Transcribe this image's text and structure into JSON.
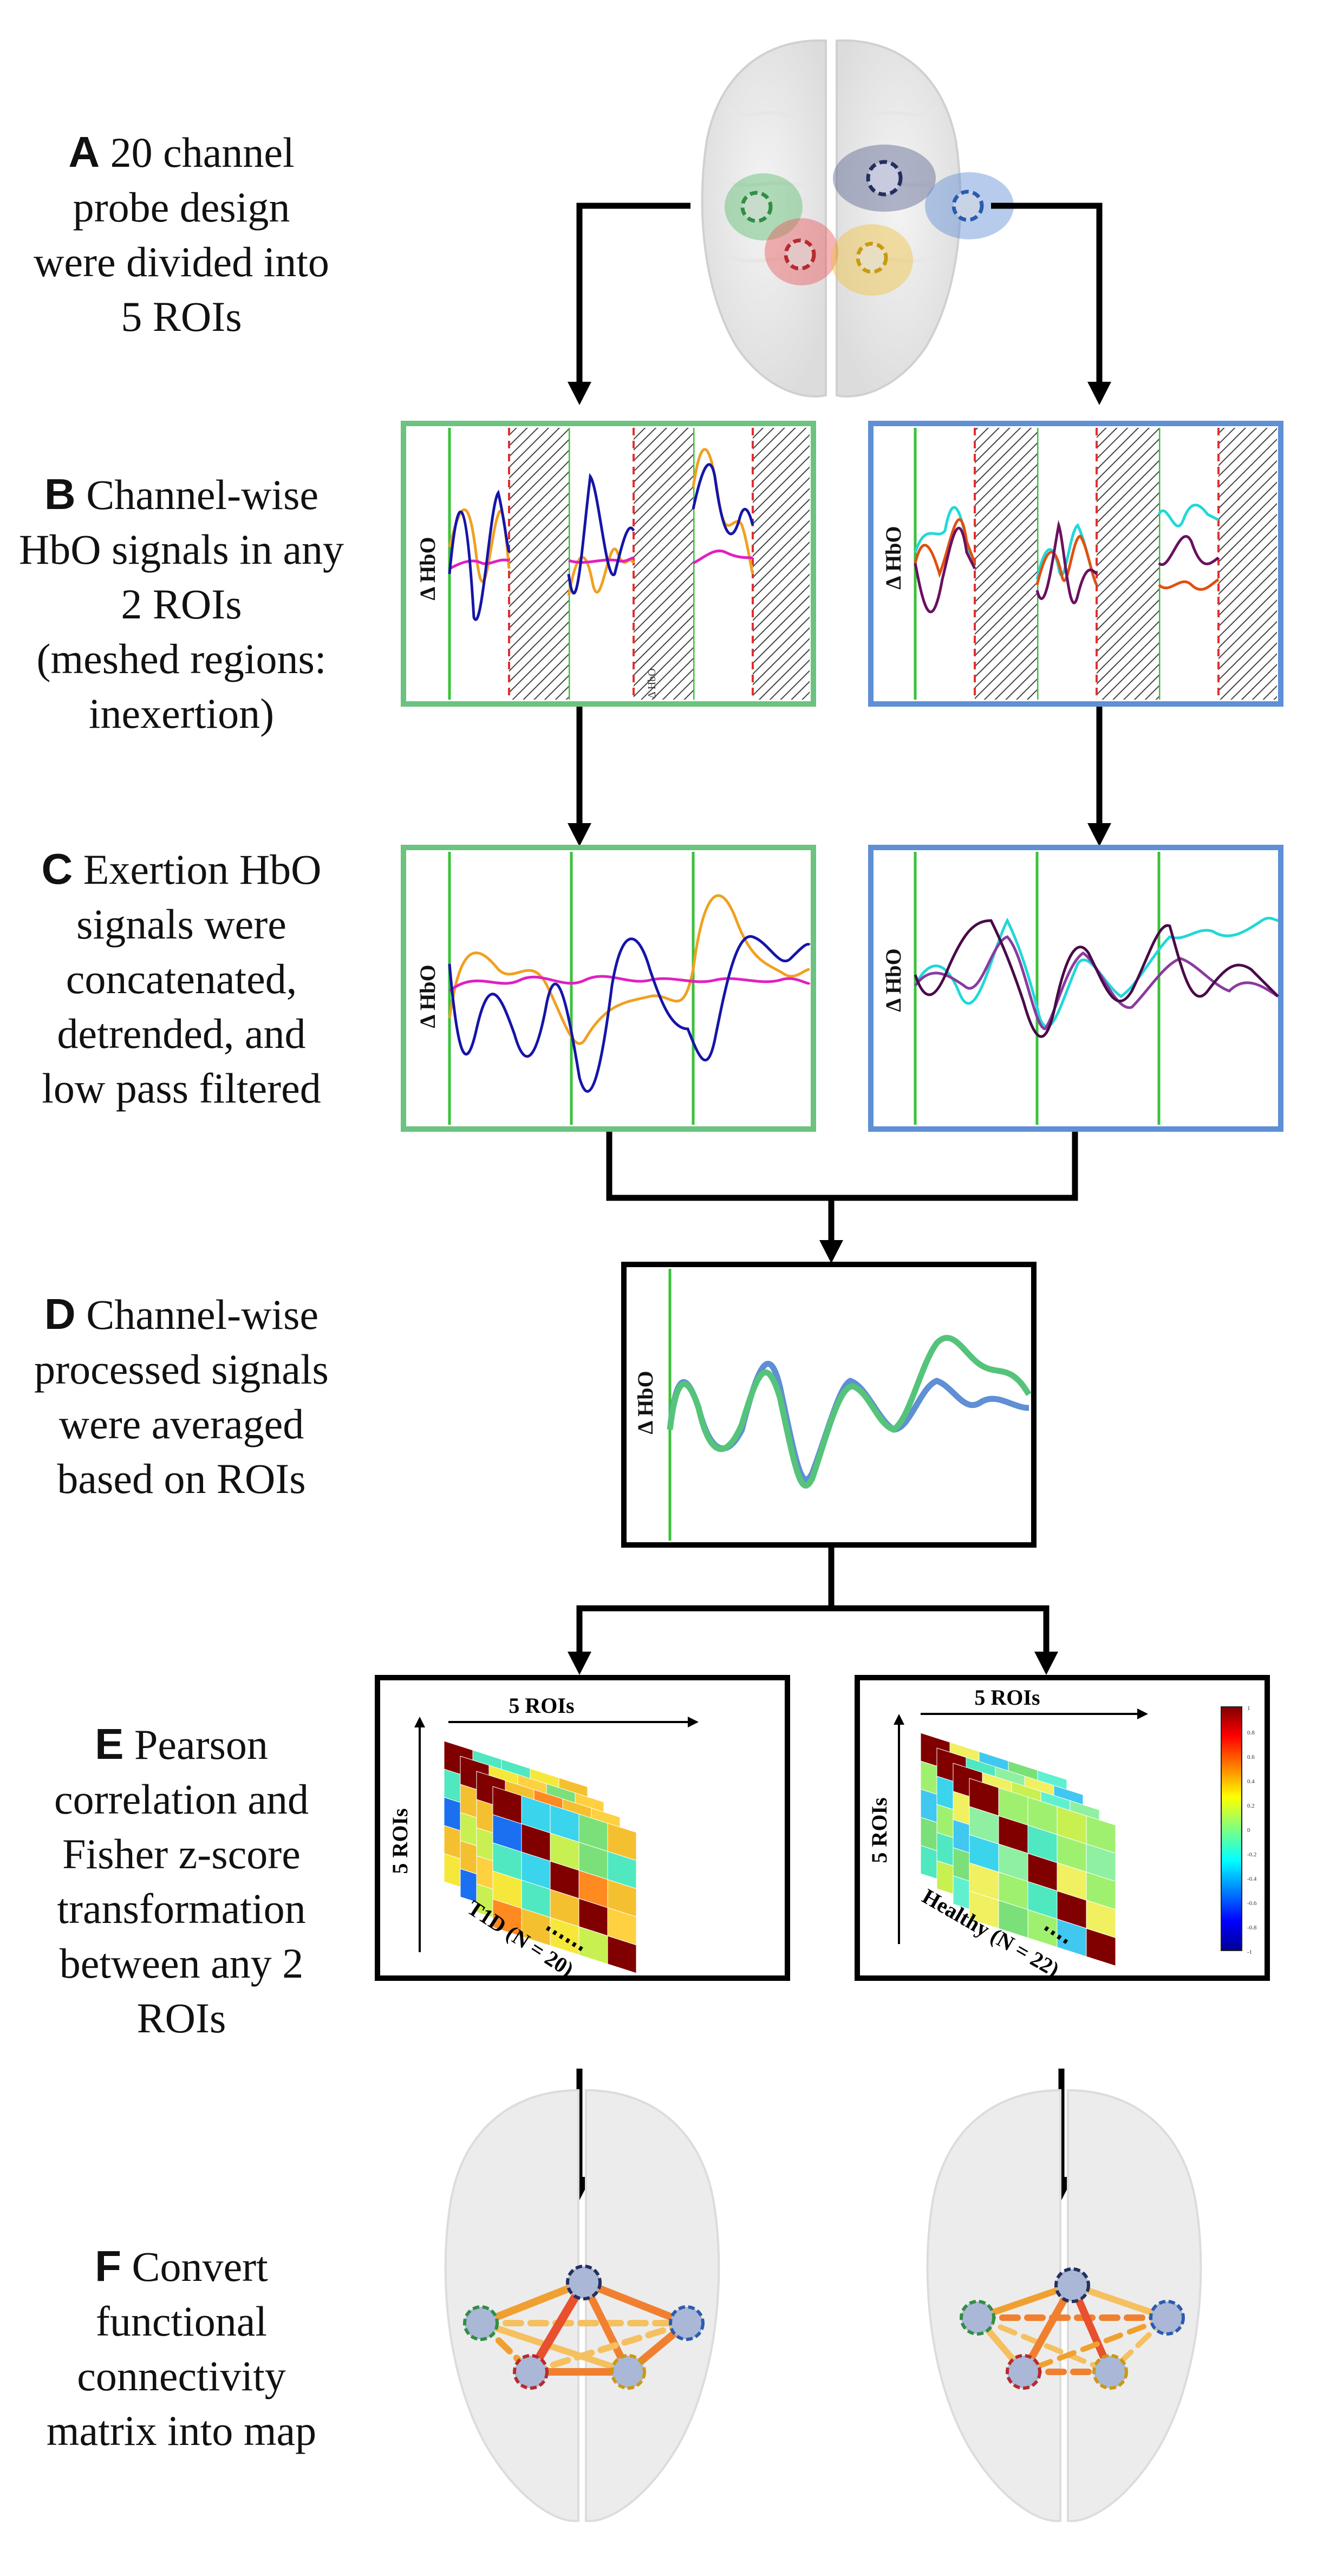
{
  "steps": {
    "a": {
      "letter": "A",
      "lines": [
        "20 channel",
        "probe design",
        "were divided into",
        "5 ROIs"
      ]
    },
    "b": {
      "letter": "B",
      "lines": [
        "Channel-wise",
        "HbO signals in any",
        "2 ROIs",
        "(meshed regions:",
        "inexertion)"
      ]
    },
    "c": {
      "letter": "C",
      "lines": [
        "Exertion HbO",
        "signals were",
        "concatenated,",
        "detrended, and",
        "low pass filtered"
      ]
    },
    "d": {
      "letter": "D",
      "lines": [
        "Channel-wise",
        "processed signals",
        "were averaged",
        "based on ROIs"
      ]
    },
    "e": {
      "letter": "E",
      "lines": [
        "Pearson",
        "correlation and",
        "Fisher z-score",
        "transformation",
        "between any 2",
        "ROIs"
      ]
    },
    "f": {
      "letter": "F",
      "lines": [
        "Convert",
        "functional",
        "connectivity",
        "matrix into map"
      ]
    }
  },
  "panels": {
    "y_label": "Δ HbO",
    "mini_y_label": "Δ HbO",
    "matrix_x_label": "5 ROIs",
    "matrix_y_label": "5 ROIs",
    "t1d_label": "T1D (N = 20)",
    "healthy_label": "Healthy (N = 22)"
  },
  "colorbar_ticks": [
    "1",
    "0.8",
    "0.6",
    "0.4",
    "0.2",
    "0",
    "-0.2",
    "-0.4",
    "-0.6",
    "-0.8",
    "-1"
  ],
  "colors": {
    "green_roi": "#5cbd6e",
    "blue_roi": "#5f8fd4",
    "red_roi": "#e8585c",
    "yellow_roi": "#f0c040",
    "navy_roi": "#5a6390",
    "panel_green": "#6cc27f",
    "panel_blue": "#5f8fd4"
  }
}
